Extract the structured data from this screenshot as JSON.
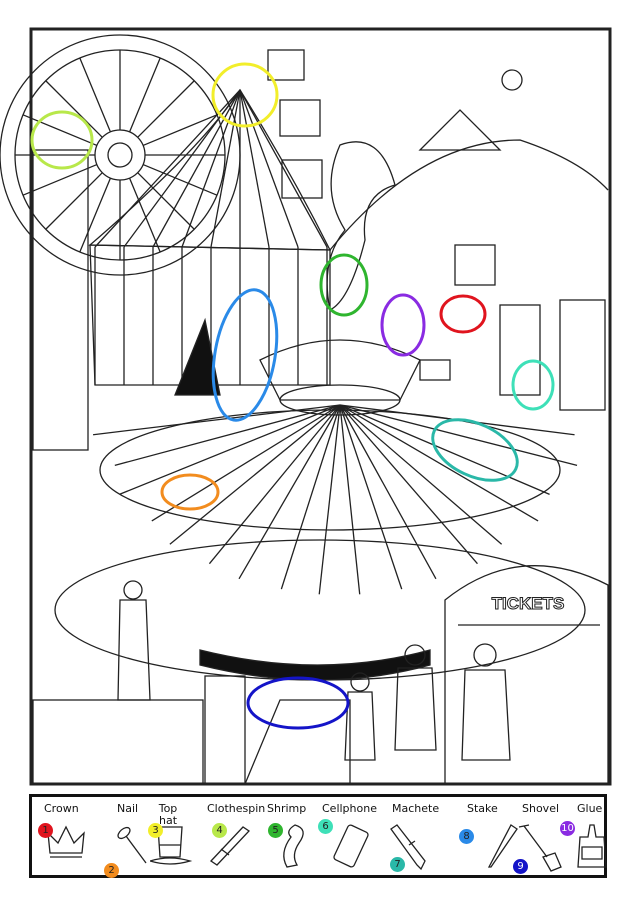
{
  "scene": {
    "booth_sign": "TICKETS",
    "circles": [
      {
        "id": 1,
        "object": "Crown",
        "color": "#e0141e"
      },
      {
        "id": 2,
        "object": "Nail",
        "color": "#f28c1e"
      },
      {
        "id": 3,
        "object": "Top hat",
        "color": "#f2ee2a"
      },
      {
        "id": 4,
        "object": "Clothespin",
        "color": "#b8e84a"
      },
      {
        "id": 5,
        "object": "Shrimp",
        "color": "#2fb52f"
      },
      {
        "id": 6,
        "object": "Cellphone",
        "color": "#3ee0b8"
      },
      {
        "id": 7,
        "object": "Machete",
        "color": "#2ab8a8"
      },
      {
        "id": 8,
        "object": "Stake",
        "color": "#2a8ae8"
      },
      {
        "id": 9,
        "object": "Shovel",
        "color": "#1414c8"
      },
      {
        "id": 10,
        "object": "Glue",
        "color": "#8a2be2"
      }
    ]
  },
  "legend": {
    "items": [
      {
        "num": "1",
        "label": "Crown",
        "icon": "crown-icon",
        "color": "#e0141e"
      },
      {
        "num": "2",
        "label": "Nail",
        "icon": "nail-icon",
        "color": "#f28c1e"
      },
      {
        "num": "3",
        "label": "Top hat",
        "icon": "top-hat-icon",
        "color": "#f2ee2a"
      },
      {
        "num": "4",
        "label": "Clothespin",
        "icon": "clothespin-icon",
        "color": "#b8e84a"
      },
      {
        "num": "5",
        "label": "Shrimp",
        "icon": "shrimp-icon",
        "color": "#2fb52f"
      },
      {
        "num": "6",
        "label": "Cellphone",
        "icon": "cellphone-icon",
        "color": "#3ee0b8"
      },
      {
        "num": "7",
        "label": "Machete",
        "icon": "machete-icon",
        "color": "#2ab8a8"
      },
      {
        "num": "8",
        "label": "Stake",
        "icon": "stake-icon",
        "color": "#2a8ae8"
      },
      {
        "num": "9",
        "label": "Shovel",
        "icon": "shovel-icon",
        "color": "#1414c8"
      },
      {
        "num": "10",
        "label": "Glue",
        "icon": "glue-icon",
        "color": "#8a2be2"
      }
    ]
  }
}
